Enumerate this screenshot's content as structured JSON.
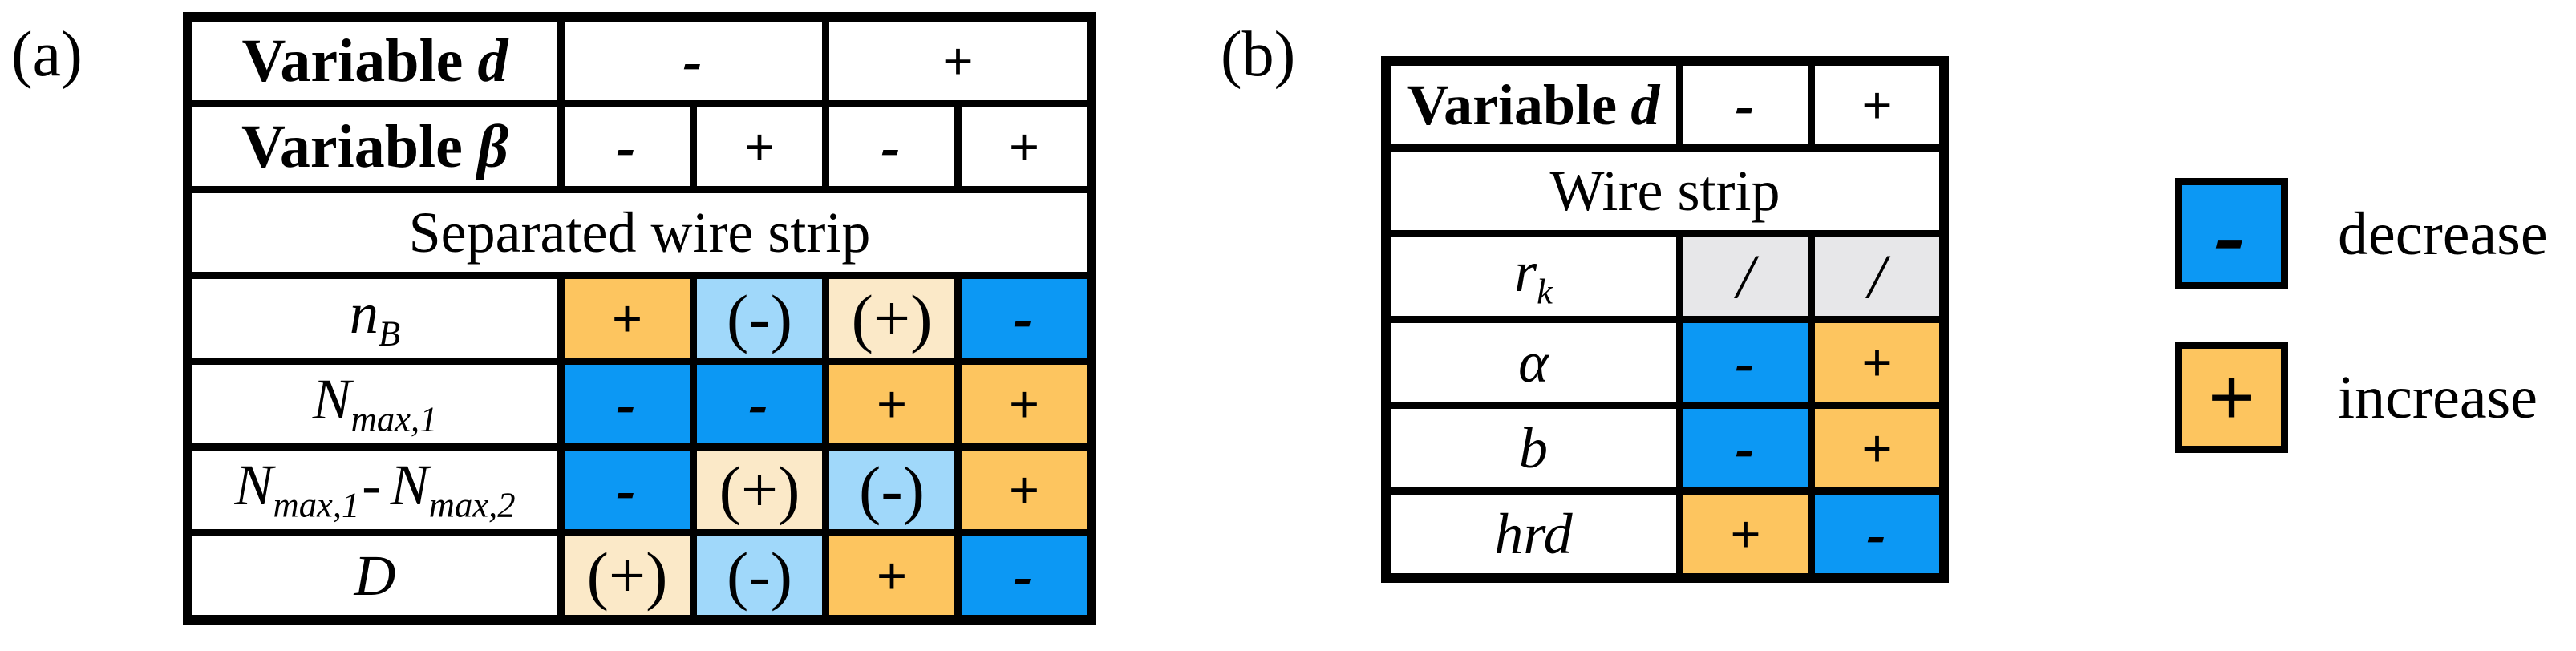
{
  "palette": {
    "increase": "#FDC55F",
    "increase_indirect": "#FBE9C8",
    "decrease": "#0C98F4",
    "decrease_indirect": "#A0D8FA",
    "not_applicable": "#E7E7E9",
    "line": "#000000",
    "background": "#FFFFFF"
  },
  "panel_a": {
    "label": "(a)",
    "header_d": {
      "title": "Variable",
      "symbol": "d",
      "minus": "-",
      "plus": "+"
    },
    "header_beta": {
      "title": "Variable",
      "symbol": "β",
      "cols": [
        "-",
        "+",
        "-",
        "+"
      ]
    },
    "section": "Separated wire strip",
    "rows": [
      {
        "label": {
          "base": "n",
          "sub": "B"
        },
        "cells": [
          {
            "text": "+",
            "variant": "plus"
          },
          {
            "text": "(-)",
            "variant": "paren-minus"
          },
          {
            "text": "(+)",
            "variant": "paren-plus"
          },
          {
            "text": "-",
            "variant": "minus"
          }
        ]
      },
      {
        "label": {
          "base": "N",
          "sub": "max,1"
        },
        "cells": [
          {
            "text": "-",
            "variant": "minus"
          },
          {
            "text": "-",
            "variant": "minus"
          },
          {
            "text": "+",
            "variant": "plus"
          },
          {
            "text": "+",
            "variant": "plus"
          }
        ]
      },
      {
        "label": {
          "base": "N",
          "sub": "max,1",
          "mid": "-",
          "base2": "N",
          "sub2": "max,2"
        },
        "cells": [
          {
            "text": "-",
            "variant": "minus"
          },
          {
            "text": "(+)",
            "variant": "paren-plus"
          },
          {
            "text": "(-)",
            "variant": "paren-minus"
          },
          {
            "text": "+",
            "variant": "plus"
          }
        ]
      },
      {
        "label": {
          "base": "D"
        },
        "cells": [
          {
            "text": "(+)",
            "variant": "paren-plus"
          },
          {
            "text": "(-)",
            "variant": "paren-minus"
          },
          {
            "text": "+",
            "variant": "plus"
          },
          {
            "text": "-",
            "variant": "minus"
          }
        ]
      }
    ]
  },
  "panel_b": {
    "label": "(b)",
    "header_d": {
      "title": "Variable",
      "symbol": "d",
      "minus": "-",
      "plus": "+"
    },
    "section": "Wire strip",
    "rows": [
      {
        "label": {
          "base": "r",
          "sub": "k"
        },
        "cells": [
          {
            "text": "/",
            "variant": "na"
          },
          {
            "text": "/",
            "variant": "na"
          }
        ]
      },
      {
        "label": {
          "base": "α"
        },
        "cells": [
          {
            "text": "-",
            "variant": "minus"
          },
          {
            "text": "+",
            "variant": "plus"
          }
        ]
      },
      {
        "label": {
          "base": "b"
        },
        "cells": [
          {
            "text": "-",
            "variant": "minus"
          },
          {
            "text": "+",
            "variant": "plus"
          }
        ]
      },
      {
        "label": {
          "base": "hrd"
        },
        "cells": [
          {
            "text": "+",
            "variant": "plus"
          },
          {
            "text": "-",
            "variant": "minus"
          }
        ]
      }
    ]
  },
  "legend": {
    "items": [
      {
        "symbol": "-",
        "variant": "minus",
        "label": "decrease"
      },
      {
        "symbol": "+",
        "variant": "plus",
        "label": "increase"
      }
    ]
  }
}
